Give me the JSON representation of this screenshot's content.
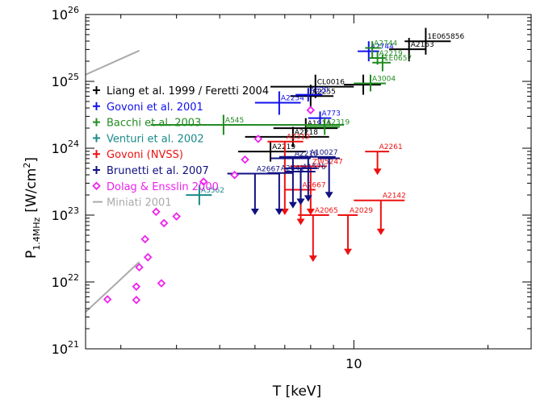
{
  "chart_data": {
    "type": "scatter",
    "xlabel": "T [keV]",
    "ylabel_main": "P",
    "ylabel_sub": "1.4MHz",
    "ylabel_units": "[W/cm",
    "ylabel_sup": "2",
    "ylabel_close": "]",
    "xscale": "log",
    "yscale": "log",
    "xlim": [
      2.5,
      25
    ],
    "ylim_exp": [
      21,
      26
    ],
    "x_ticks": [
      {
        "value": 10,
        "label": "10"
      }
    ],
    "y_ticks": [
      {
        "exp": 21,
        "base": "10",
        "sup": "21"
      },
      {
        "exp": 22,
        "base": "10",
        "sup": "22"
      },
      {
        "exp": 23,
        "base": "10",
        "sup": "23"
      },
      {
        "exp": 24,
        "base": "10",
        "sup": "24"
      },
      {
        "exp": 25,
        "base": "10",
        "sup": "25"
      },
      {
        "exp": 26,
        "base": "10",
        "sup": "26"
      }
    ],
    "legend_position": "left",
    "legend": [
      {
        "label": "Liang et al. 1999 / Feretti 2004",
        "color": "#000000",
        "marker": "cross"
      },
      {
        "label": "Govoni et al. 2001",
        "color": "#1010ee",
        "marker": "cross"
      },
      {
        "label": "Bacchi et al. 2003",
        "color": "#228b22",
        "marker": "cross"
      },
      {
        "label": "Venturi et al. 2002",
        "color": "#1a8a8a",
        "marker": "cross"
      },
      {
        "label": "Govoni (NVSS)",
        "color": "#ee1111",
        "marker": "cross"
      },
      {
        "label": "Brunetti et al. 2007",
        "color": "#101080",
        "marker": "cross"
      },
      {
        "label": "Dolag & Ensslin 2000",
        "color": "#ee22ee",
        "marker": "diamond"
      },
      {
        "label": "Miniati 2001",
        "color": "#aaaaaa",
        "marker": "line"
      }
    ],
    "series": [
      {
        "name": "Liang et al. 1999 / Feretti 2004",
        "color": "#000000",
        "points": [
          {
            "x": 14.5,
            "y": 25.6,
            "xerr": [
              13.0,
              16.5
            ],
            "yerr": [
              25.4,
              25.8
            ],
            "label": "1E065856"
          },
          {
            "x": 13.3,
            "y": 25.48,
            "xerr": [
              12.0,
              14.5
            ],
            "yerr": [
              25.3,
              25.65
            ],
            "label": "A2163"
          },
          {
            "x": 10.5,
            "y": 24.95,
            "xerr": [
              9.5,
              11.5
            ],
            "yerr": [
              24.8,
              25.1
            ],
            "label": ""
          },
          {
            "x": 8.2,
            "y": 24.92,
            "xerr": [
              6.5,
              10.0
            ],
            "yerr": [
              24.75,
              25.1
            ],
            "label": "CL0016"
          },
          {
            "x": 8.0,
            "y": 24.78,
            "xerr": [
              7.2,
              9.0
            ],
            "yerr": [
              24.6,
              24.95
            ],
            "label": "A2255"
          },
          {
            "x": 7.8,
            "y": 24.3,
            "xerr": [
              6.6,
              9.2
            ],
            "yerr": [
              24.15,
              24.45
            ],
            "label": "A1914"
          },
          {
            "x": 7.3,
            "y": 24.17,
            "xerr": [
              5.7,
              8.8
            ],
            "yerr": [
              24.02,
              24.32
            ],
            "label": "A2218"
          },
          {
            "x": 6.5,
            "y": 23.95,
            "xerr": [
              5.5,
              7.8
            ],
            "yerr": [
              23.8,
              24.1
            ],
            "label": "A2219"
          }
        ]
      },
      {
        "name": "Govoni et al. 2001",
        "color": "#1010ee",
        "points": [
          {
            "x": 10.8,
            "y": 25.45,
            "xerr": [
              10.2,
              11.4
            ],
            "yerr": [
              25.3,
              25.6
            ],
            "label": "A2744"
          },
          {
            "x": 7.9,
            "y": 24.8,
            "xerr": [
              7.4,
              8.5
            ],
            "yerr": [
              24.7,
              24.9
            ],
            "label": "A520"
          },
          {
            "x": 6.8,
            "y": 24.68,
            "xerr": [
              6.0,
              7.6
            ],
            "yerr": [
              24.5,
              24.85
            ],
            "label": "A2254"
          },
          {
            "x": 8.4,
            "y": 24.45,
            "xerr": [
              7.9,
              8.9
            ],
            "yerr": [
              24.35,
              24.55
            ],
            "label": "A773"
          }
        ]
      },
      {
        "name": "Bacchi et al. 2003",
        "color": "#228b22",
        "points": [
          {
            "x": 11.0,
            "y": 25.5,
            "xerr": [
              10.6,
              11.5
            ],
            "yerr": [
              25.35,
              25.6
            ],
            "label": "A2744"
          },
          {
            "x": 11.3,
            "y": 25.35,
            "xerr": [
              10.8,
              11.8
            ],
            "yerr": [
              25.25,
              25.45
            ],
            "label": "A2219"
          },
          {
            "x": 11.6,
            "y": 25.28,
            "xerr": [
              11.0,
              12.1
            ],
            "yerr": [
              25.15,
              25.4
            ],
            "label": "1E0657"
          },
          {
            "x": 10.9,
            "y": 24.97,
            "xerr": [
              10.0,
              11.8
            ],
            "yerr": [
              24.85,
              25.1
            ],
            "label": "A3004"
          },
          {
            "x": 5.1,
            "y": 24.35,
            "xerr": [
              3.5,
              9.5
            ],
            "yerr": [
              24.2,
              24.5
            ],
            "label": "A545"
          },
          {
            "x": 8.6,
            "y": 24.32,
            "xerr": [
              7.8,
              9.3
            ],
            "yerr": [
              24.2,
              24.45
            ],
            "label": "A2319"
          }
        ]
      },
      {
        "name": "Venturi et al. 2002",
        "color": "#1a8a8a",
        "points": [
          {
            "x": 4.5,
            "y": 23.3,
            "xerr": [
              4.2,
              4.8
            ],
            "yerr": [
              23.15,
              23.45
            ],
            "label": "A3562"
          }
        ]
      },
      {
        "name": "Govoni (NVSS)",
        "color": "#ee1111",
        "points": [
          {
            "x": 7.0,
            "y": 24.1,
            "xerr": [
              6.4,
              7.7
            ],
            "ul": 23.0,
            "label": "A2319"
          },
          {
            "x": 11.3,
            "y": 23.95,
            "xerr": [
              10.6,
              12.0
            ],
            "ul": 23.6,
            "label": "A2261"
          },
          {
            "x": 8.0,
            "y": 23.73,
            "xerr": [
              7.2,
              8.7
            ],
            "ul": 23.0,
            "label": "ZW5247"
          },
          {
            "x": 7.6,
            "y": 23.38,
            "xerr": [
              7.0,
              8.2
            ],
            "ul": 22.85,
            "label": "A2667"
          },
          {
            "x": 11.5,
            "y": 23.22,
            "xerr": [
              10.0,
              13.0
            ],
            "ul": 22.7,
            "label": "A2142"
          },
          {
            "x": 8.1,
            "y": 23.0,
            "xerr": [
              7.5,
              8.8
            ],
            "ul": 22.3,
            "label": "A2065"
          },
          {
            "x": 9.7,
            "y": 23.0,
            "xerr": [
              9.2,
              10.2
            ],
            "ul": 22.4,
            "label": "A2029"
          }
        ]
      },
      {
        "name": "Brunetti et al. 2007",
        "color": "#101080",
        "points": [
          {
            "x": 6.0,
            "y": 23.62,
            "xerr": [
              5.2,
              6.8
            ],
            "ul": 23.0,
            "label": "A2667"
          },
          {
            "x": 6.8,
            "y": 23.63,
            "xerr": [
              6.4,
              7.3
            ],
            "ul": 23.0,
            "label": "A2641"
          },
          {
            "x": 7.6,
            "y": 23.65,
            "xerr": [
              7.0,
              8.2
            ],
            "ul": 23.15,
            "label": "A1576"
          },
          {
            "x": 7.3,
            "y": 23.85,
            "xerr": [
              6.5,
              8.0
            ],
            "ul": 23.1,
            "label": "A2218"
          },
          {
            "x": 7.9,
            "y": 23.87,
            "xerr": [
              6.8,
              9.1
            ],
            "ul": 23.2,
            "label": "A10027"
          },
          {
            "x": 8.8,
            "y": 23.85,
            "xerr": [
              8.3,
              9.3
            ],
            "ul": 23.25,
            "label": ""
          },
          {
            "x": 7.6,
            "y": 23.7,
            "xerr": [
              7.0,
              8.3
            ],
            "ul": 23.15,
            "label": ""
          }
        ]
      },
      {
        "name": "Dolag & Ensslin 2000",
        "color": "#ee22ee",
        "points": [
          {
            "x": 8.0,
            "y": 24.57
          },
          {
            "x": 6.1,
            "y": 24.14
          },
          {
            "x": 5.7,
            "y": 23.83
          },
          {
            "x": 5.4,
            "y": 23.6
          },
          {
            "x": 4.6,
            "y": 23.5
          },
          {
            "x": 3.6,
            "y": 23.05
          },
          {
            "x": 3.75,
            "y": 22.88
          },
          {
            "x": 4.0,
            "y": 22.98
          },
          {
            "x": 3.4,
            "y": 22.64
          },
          {
            "x": 3.3,
            "y": 22.22
          },
          {
            "x": 3.45,
            "y": 22.37
          },
          {
            "x": 3.25,
            "y": 21.93
          },
          {
            "x": 3.7,
            "y": 21.98
          },
          {
            "x": 3.25,
            "y": 21.73
          },
          {
            "x": 2.8,
            "y": 21.74
          }
        ]
      },
      {
        "name": "Miniati 2001",
        "color": "#aaaaaa",
        "lines": [
          [
            {
              "x": 2.5,
              "y": 25.1
            },
            {
              "x": 3.3,
              "y": 25.46
            }
          ],
          [
            {
              "x": 2.5,
              "y": 21.55
            },
            {
              "x": 3.3,
              "y": 22.3
            }
          ]
        ]
      }
    ]
  }
}
